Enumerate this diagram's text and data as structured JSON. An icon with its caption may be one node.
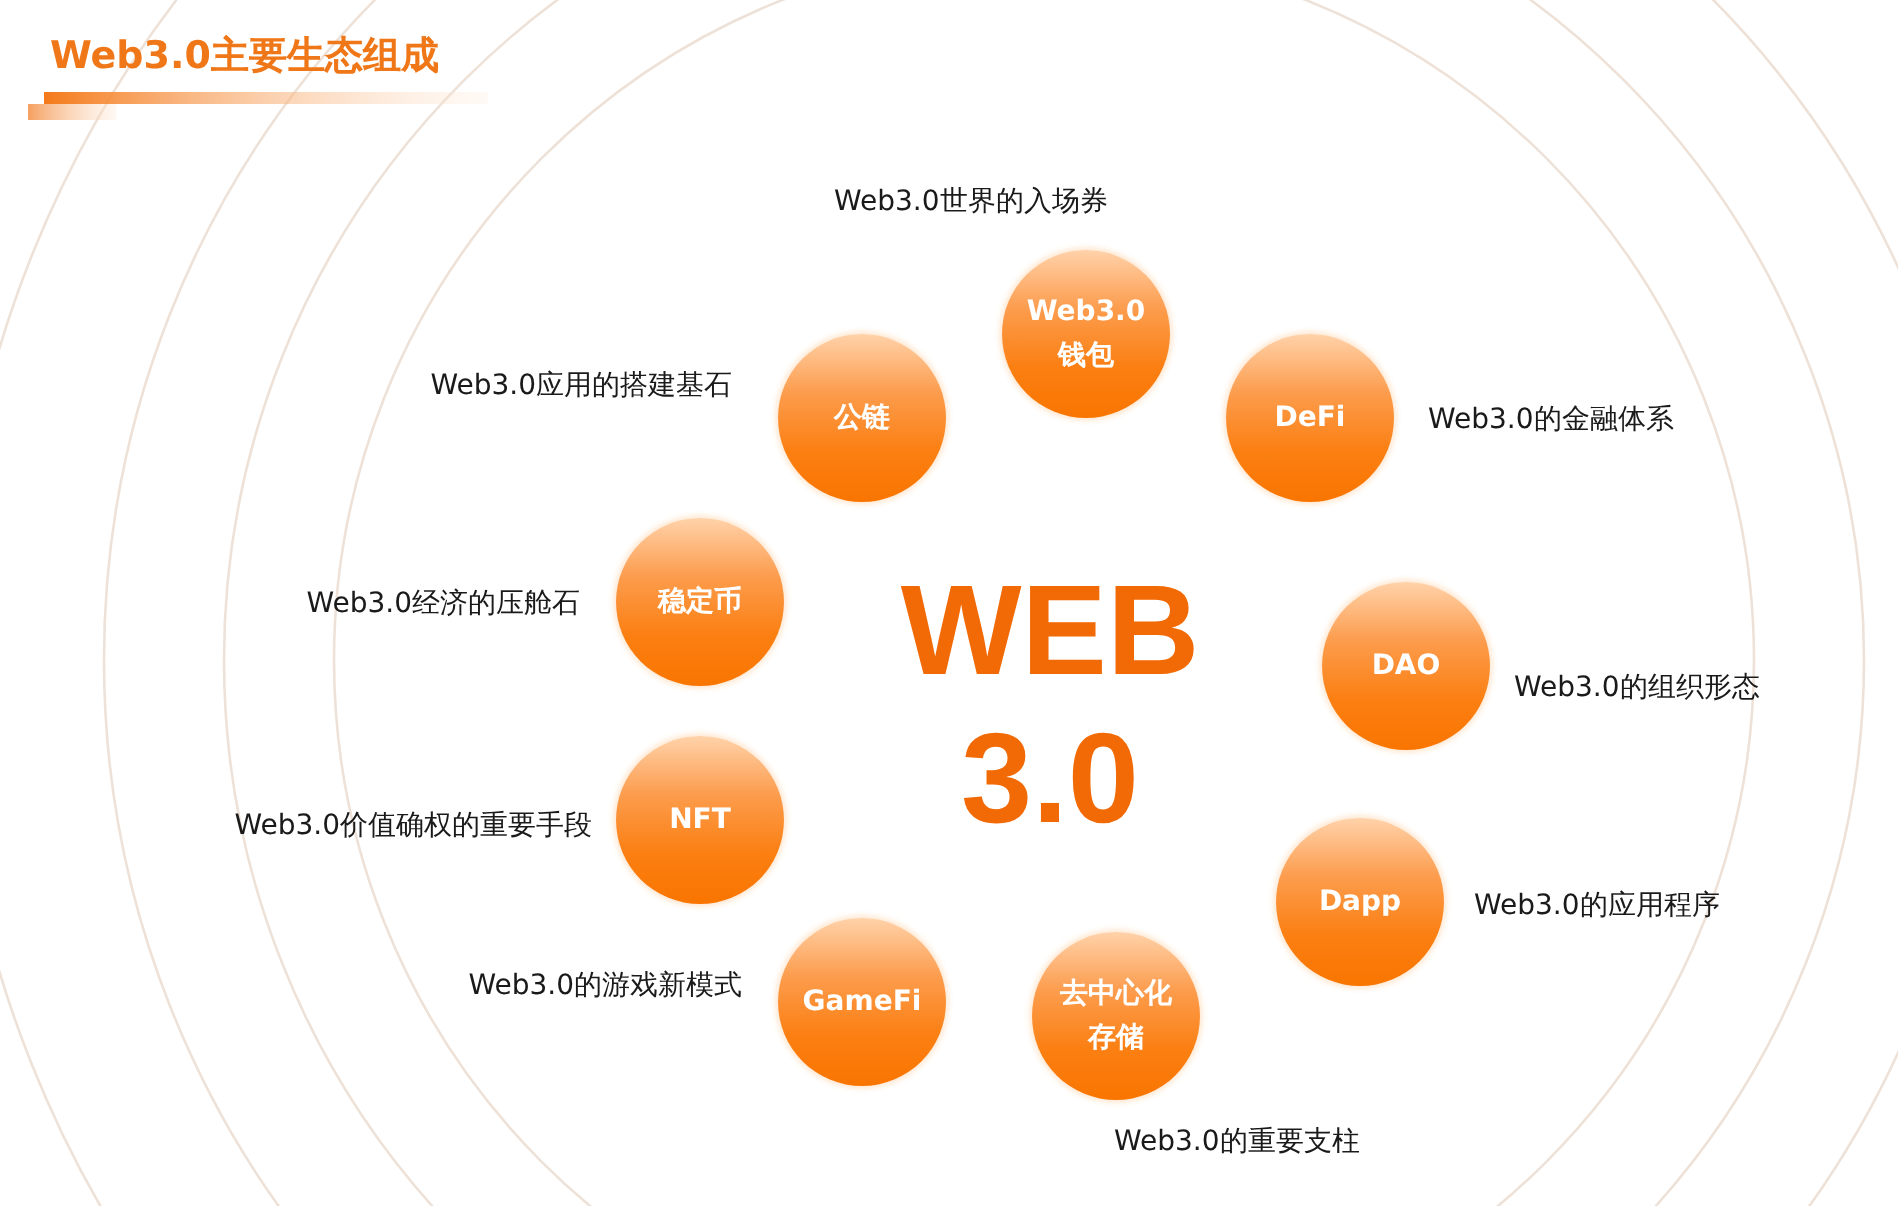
{
  "diagram": {
    "title": "Web3.0主要生态组成",
    "nodes": [
      {
        "text": [
          "Web3.0钱包"
        ],
        "beside": [
          "Web3.0世界的入场券"
        ]
      },
      {
        "text": [
          "DeFi"
        ],
        "beside": [
          "Web3.0的金融体系"
        ]
      },
      {
        "text": [
          "DAO"
        ],
        "beside": [
          "Web3.0的组织形态"
        ]
      },
      {
        "text": [
          "Dapp"
        ],
        "beside": [
          "Web3.0的应用程序"
        ]
      },
      {
        "text": [
          "去中心化存储"
        ],
        "beside": [
          "Web3.0的重要支柱"
        ]
      },
      {
        "text": [
          "GameFi"
        ],
        "beside": [
          "Web3.0的游戏新模式"
        ]
      },
      {
        "text": [
          "NFT"
        ],
        "beside": [
          "Web3.0价值确权的重要手段"
        ]
      },
      {
        "text": [
          "稳定币"
        ],
        "beside": [
          "Web3.0经济的压舱石"
        ]
      },
      {
        "text": [
          "公链"
        ],
        "beside": [
          "Web3.0应用的搭建基石"
        ]
      }
    ],
    "labels": [
      "WEB 3.0"
    ]
  }
}
